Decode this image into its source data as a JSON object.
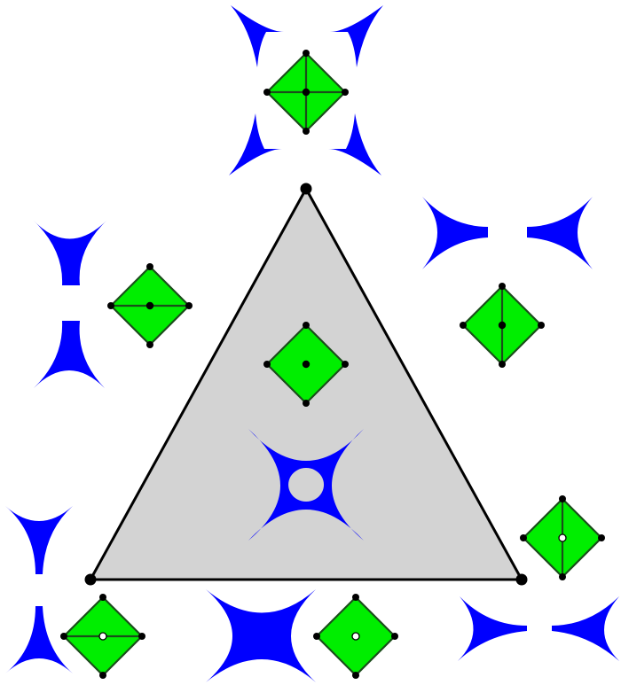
{
  "colors": {
    "background": "#ffffff",
    "triangle_fill": "#d3d3d3",
    "triangle_stroke": "#000000",
    "diamond_fill": "#00ee00",
    "diamond_stroke": "#1a4d1a",
    "shape_fill": "#0000ff",
    "vertex": "#000000",
    "hollow_marker": "#ffffff"
  },
  "diagram": {
    "triangle_vertices": 3,
    "diamonds": [
      {
        "id": "top",
        "cross": "both",
        "center": "filled"
      },
      {
        "id": "left",
        "cross": "horizontal",
        "center": "filled"
      },
      {
        "id": "right",
        "cross": "vertical",
        "center": "filled"
      },
      {
        "id": "inner",
        "cross": "none",
        "center": "filled"
      },
      {
        "id": "bottom-left",
        "cross": "horizontal",
        "center": "hollow"
      },
      {
        "id": "bottom-center",
        "cross": "none",
        "center": "hollow"
      },
      {
        "id": "lower-right",
        "cross": "vertical",
        "center": "hollow"
      }
    ],
    "blue_shapes": [
      "inner-astroid-with-hole",
      "top-split-astroid",
      "left-split-astroid",
      "right-split-astroid",
      "bottom-left-split-astroid",
      "bottom-center-astroid",
      "bottom-right-split-astroid"
    ]
  }
}
